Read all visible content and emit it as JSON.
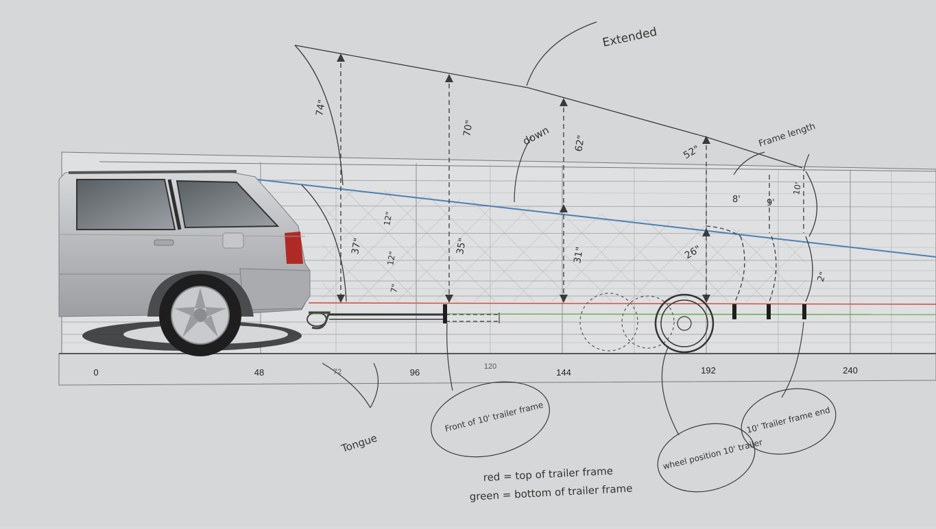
{
  "axis": {
    "ticks": [
      "0",
      "48",
      "72",
      "96",
      "120",
      "144",
      "192",
      "240"
    ]
  },
  "annotations": {
    "extended": "Extended",
    "down": "down",
    "frame_length": "Frame length",
    "tongue": "Tongue",
    "front_frame": "Front of 10' trailer frame",
    "wheel_position": "wheel position 10' trailer",
    "frame_end": "10' Trailer frame end",
    "legend_red": "red = top of trailer frame",
    "legend_green": "green = bottom of trailer frame"
  },
  "heights_extended": [
    "74\"",
    "70\"",
    "62\"",
    "52\""
  ],
  "heights_down": [
    "37\"",
    "35\"",
    "31\"",
    "26\"",
    "2\""
  ],
  "segment_labels": [
    "12\"",
    "12\"",
    "7\""
  ],
  "frame_lengths": [
    "8'",
    "9'",
    "10'"
  ],
  "colors": {
    "paper": "#d9dadb",
    "grid": "#8a8c8e",
    "blue_line": "#4a7fb5",
    "red_line": "#d0453c",
    "green_line": "#6aa84f",
    "pencil": "#3a3a3a",
    "car_body": "#b8babd"
  }
}
